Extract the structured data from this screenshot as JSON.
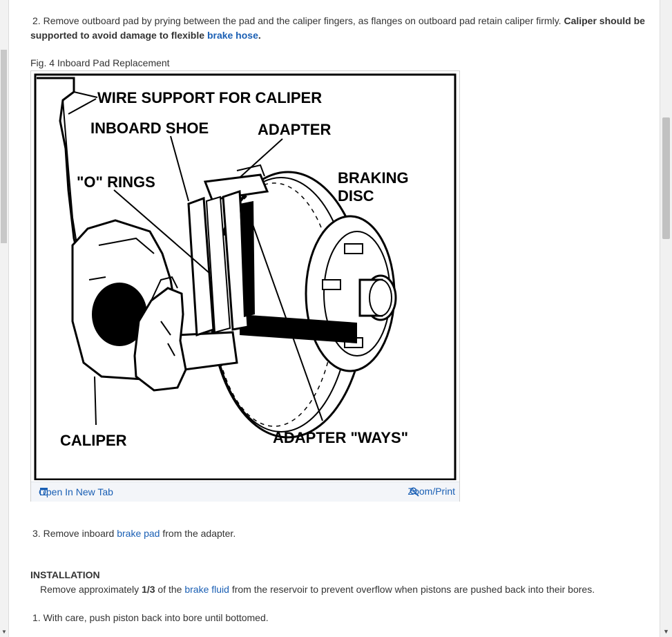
{
  "step2": {
    "number": "2.",
    "text": "Remove outboard pad by prying between the pad and the caliper fingers, as flanges on outboard pad retain caliper firmly.",
    "bold_text": "Caliper should be supported to avoid damage to flexible",
    "link": "brake hose",
    "end": "."
  },
  "figure": {
    "caption": "Fig. 4 Inboard Pad Replacement",
    "labels": {
      "wire_support": "WIRE SUPPORT FOR CALIPER",
      "inboard_shoe": "INBOARD  SHOE",
      "adapter": "ADAPTER",
      "o_rings": "\"O\" RINGS",
      "braking": "BRAKING",
      "disc": "DISC",
      "caliper": "CALIPER",
      "adapter_ways": "ADAPTER \"WAYS\""
    },
    "open_tab": "Open In New Tab",
    "zoom": "Zoom/Print"
  },
  "step3": {
    "number": "3.",
    "pre": "Remove inboard",
    "link": "brake pad",
    "post": "from the adapter."
  },
  "installation": {
    "heading": "INSTALLATION",
    "pre": "Remove approximately",
    "bold": "1/3",
    "mid": "of the",
    "link": "brake fluid",
    "post": "from the reservoir to prevent overflow when pistons are pushed back into their bores."
  },
  "step1": {
    "number": "1.",
    "text": "With care, push piston back into bore until bottomed."
  },
  "icons": {
    "open_tab": "open-new-tab-icon",
    "zoom": "zoom-magnifier-icon"
  },
  "colors": {
    "link": "#1a5fb4",
    "text": "#333333"
  }
}
